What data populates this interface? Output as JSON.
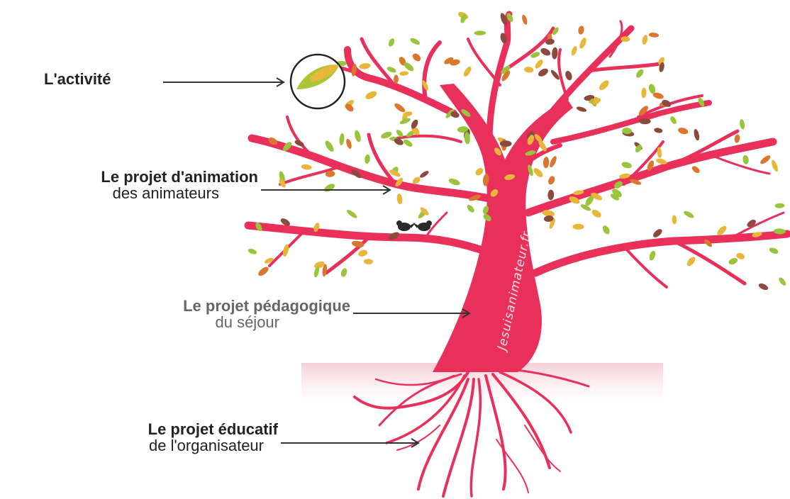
{
  "labels": {
    "activity": "L'activité",
    "animation_line1": "Le projet d'animation",
    "animation_line2": "des animateurs",
    "pedagogique_line1": "Le projet pédagogique",
    "pedagogique_line2": "du séjour",
    "educatif_line1": "Le projet éducatif",
    "educatif_line2": "de l'organisateur"
  },
  "watermark": "Jesuisanimateur.fr",
  "colors": {
    "tree": "#e8305a",
    "ground": "#f5d3dc",
    "leaf_green": "#9ac43c",
    "leaf_yellow": "#e8b73a",
    "leaf_orange": "#d9772e",
    "leaf_brown": "#8a4a3e",
    "arrow": "#333333"
  }
}
